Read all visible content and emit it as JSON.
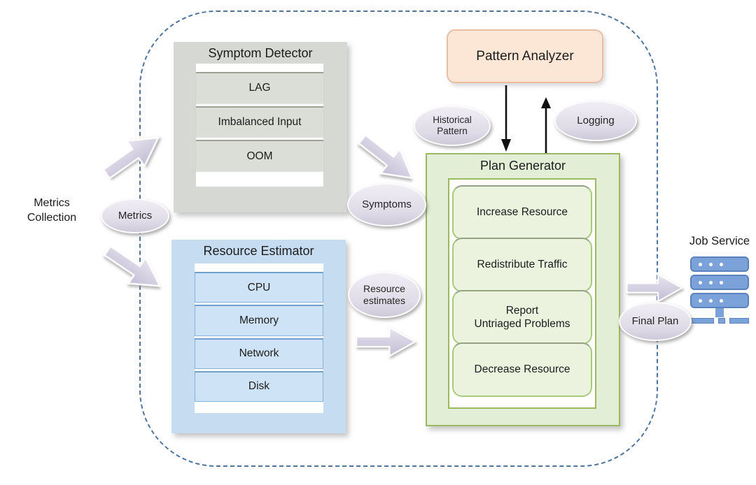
{
  "labels": {
    "metrics_collection": "Metrics\nCollection",
    "job_service": "Job Service"
  },
  "boxes": {
    "symptom_detector": {
      "title": "Symptom Detector",
      "rows": [
        "LAG",
        "Imbalanced Input",
        "OOM"
      ]
    },
    "resource_estimator": {
      "title": "Resource Estimator",
      "rows": [
        "CPU",
        "Memory",
        "Network",
        "Disk"
      ]
    },
    "pattern_analyzer": {
      "title": "Pattern Analyzer"
    },
    "plan_generator": {
      "title": "Plan Generator",
      "cards": [
        "Increase Resource",
        "Redistribute Traffic",
        "Report\nUntriaged Problems",
        "Decrease Resource"
      ]
    }
  },
  "ellipses": {
    "metrics": "Metrics",
    "symptoms": "Symptoms",
    "resource_estimates": "Resource\nestimates",
    "historical_pattern": "Historical\nPattern",
    "logging": "Logging",
    "final_plan": "Final Plan"
  },
  "colors": {
    "boundary_dash": "#4f74a0",
    "symptom_detector_bg": "#d6d9d3",
    "symptom_row_bg": "#dbddd7",
    "resource_estimator_bg": "#c6dcf1",
    "resource_row_bg": "#cfe3f6",
    "resource_row_border": "#6f9dcc",
    "plan_generator_bg": "#e2eed5",
    "plan_generator_border": "#9ab961",
    "plan_card_bg": "#ebf3de",
    "pattern_analyzer_bg": "#fce6d5",
    "pattern_analyzer_border": "#e9bfa4",
    "ellipse_bg": "#e0dce8",
    "block_arrow_fill": "#c9c2d8",
    "thin_arrow": "#111111",
    "server_icon_fill": "#7ba3d9",
    "server_icon_border": "#5b82bd"
  }
}
